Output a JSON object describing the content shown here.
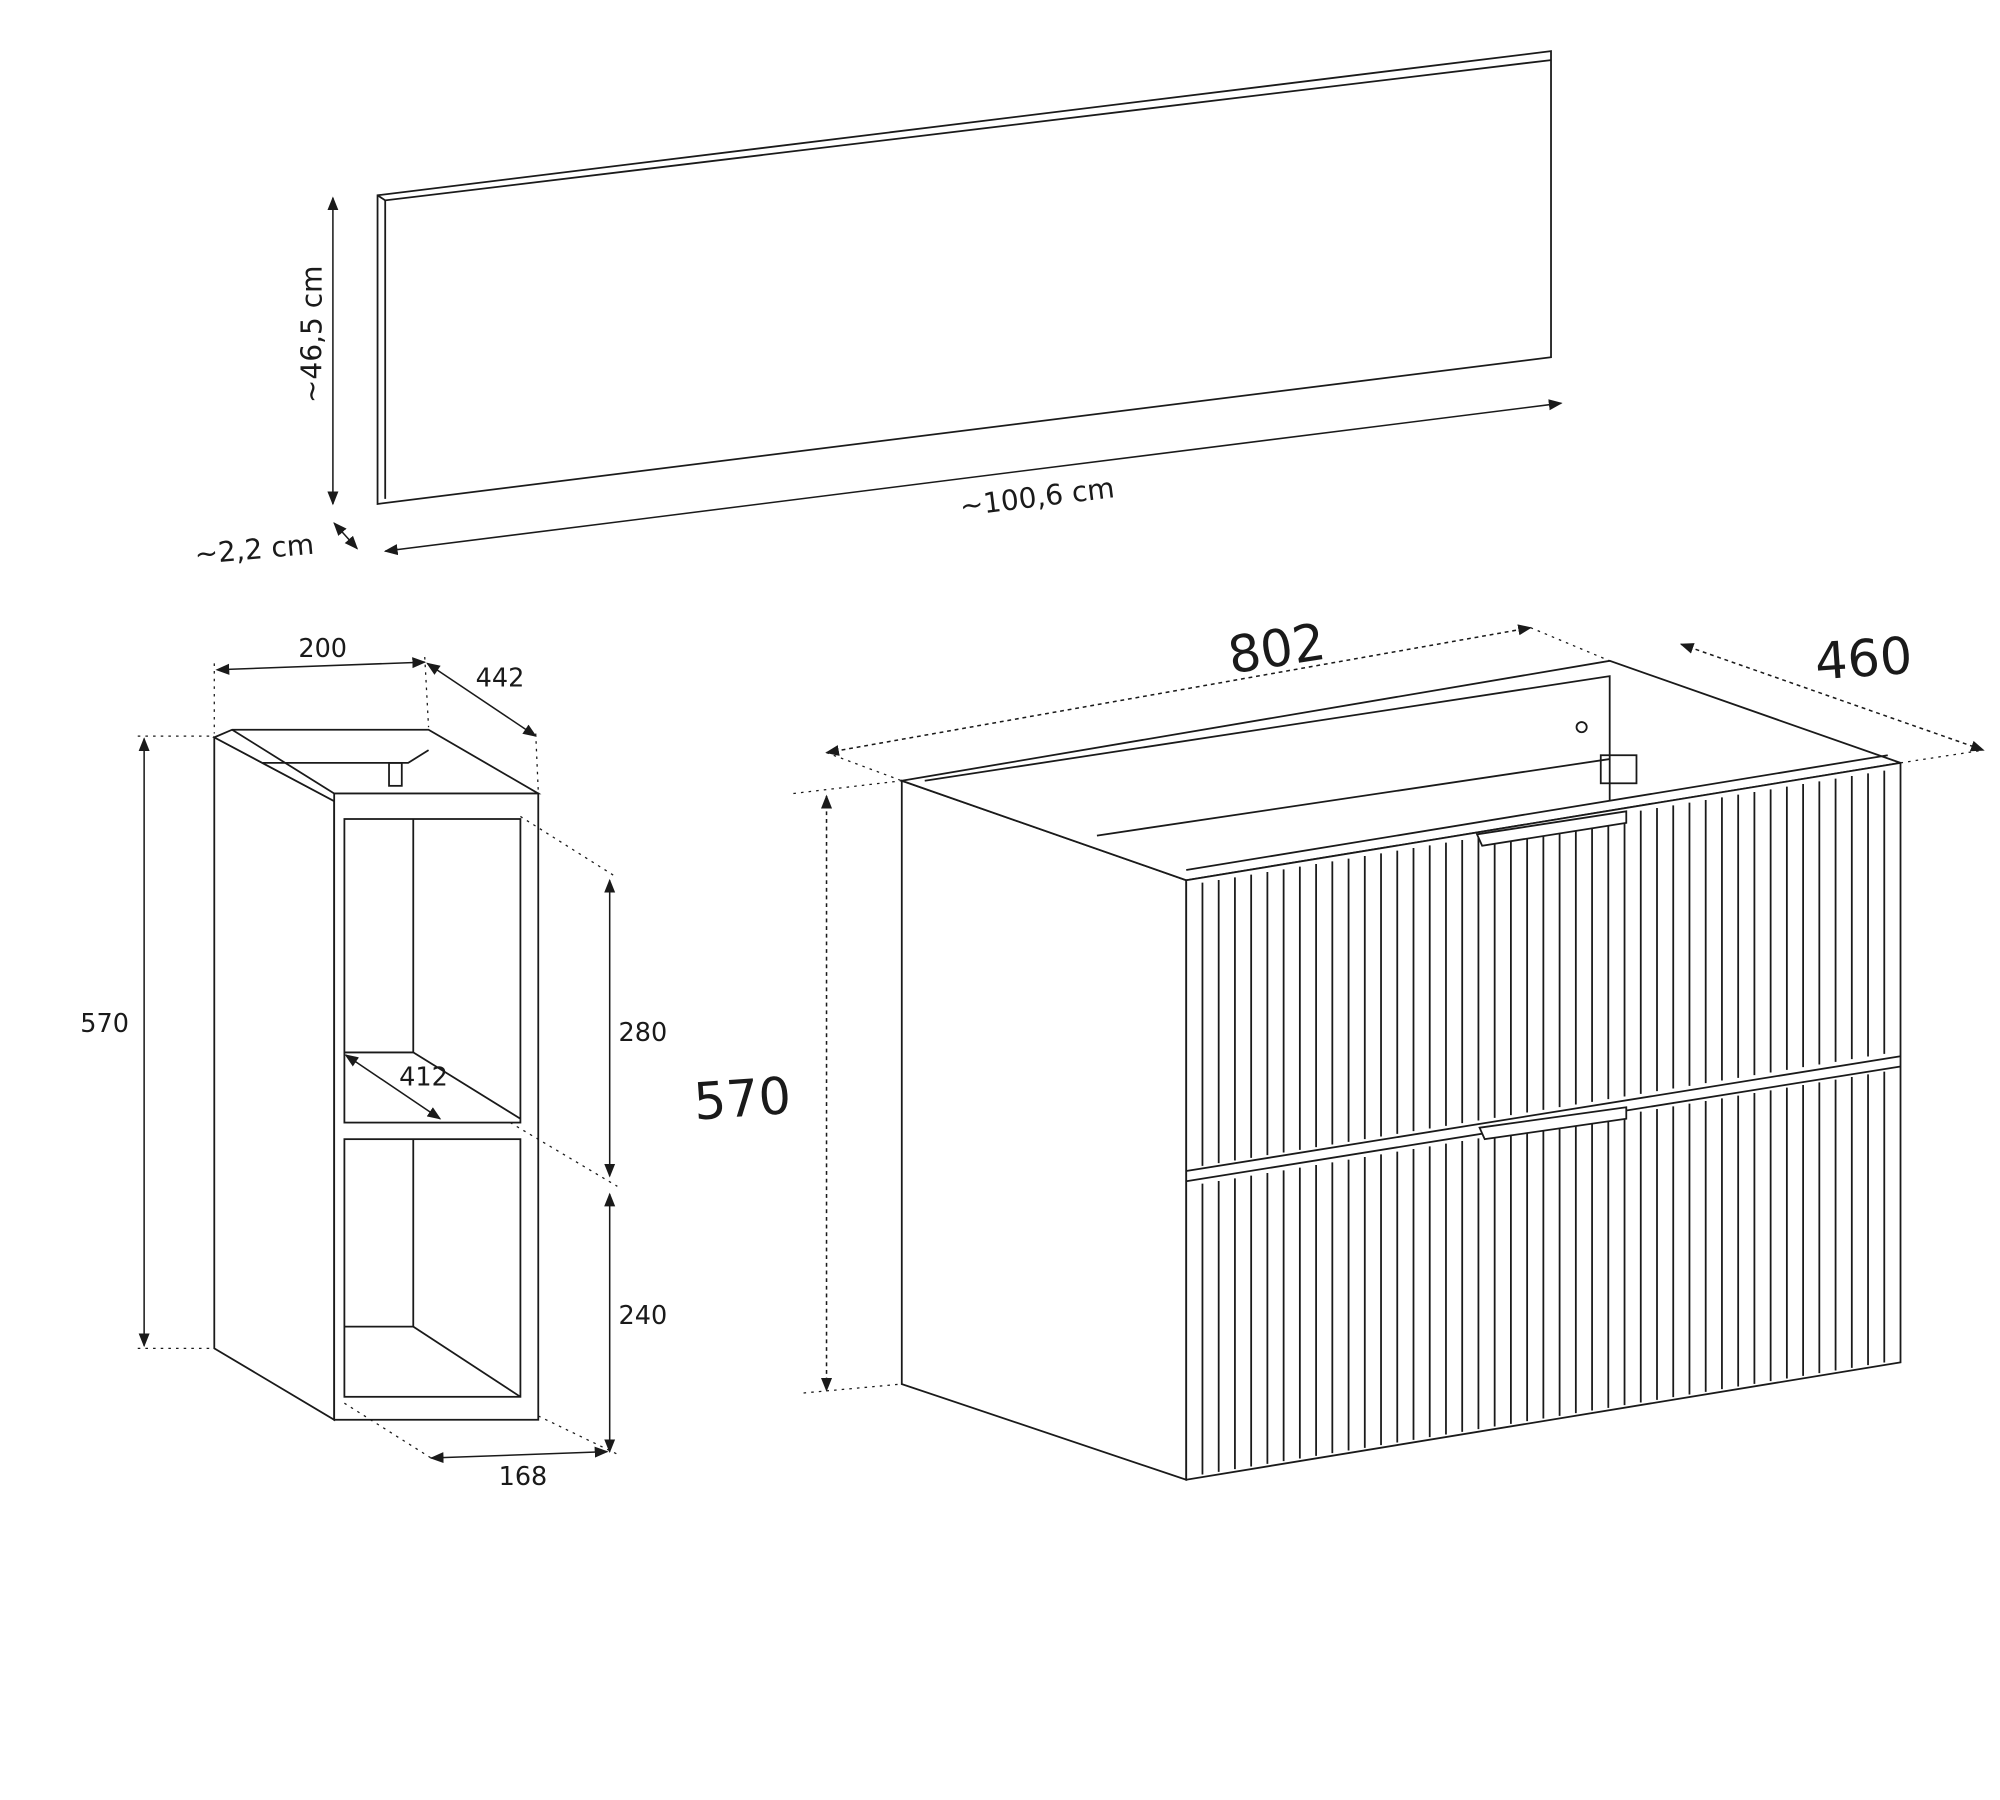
{
  "panel": {
    "height_label": "~46,5 cm",
    "width_label": "~100,6 cm",
    "depth_label": "~2,2 cm"
  },
  "side_cabinet": {
    "width_label": "200",
    "depth_label": "442",
    "height_label": "570",
    "upper_label": "280",
    "lower_label": "240",
    "inner_depth_label": "412",
    "bottom_label": "168"
  },
  "vanity": {
    "width_label": "802",
    "depth_label": "460",
    "height_label": "570"
  },
  "colors": {
    "line": "#1a1a1a",
    "background": "#ffffff"
  }
}
